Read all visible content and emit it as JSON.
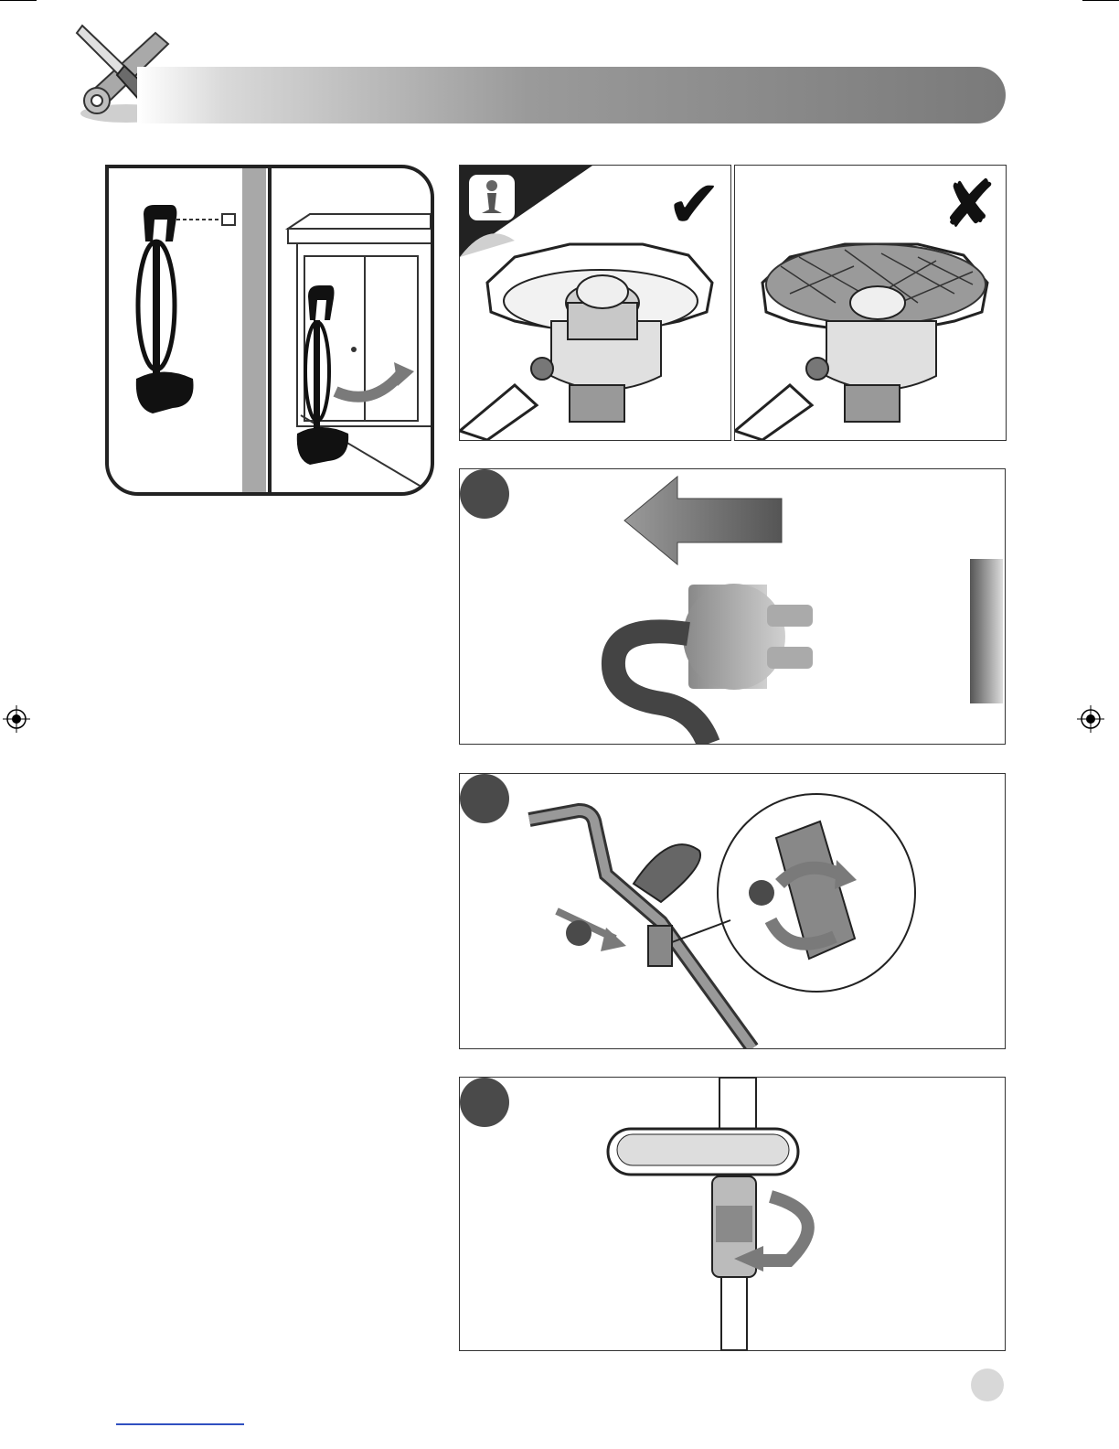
{
  "page": {
    "header_icon": "screwdriver-wrench-icon",
    "colors": {
      "badge": "#4a4a4a",
      "arrow": "#7a7a7a",
      "accent_blue": "#3050c0",
      "frame": "#333333"
    }
  },
  "storage_panel": {
    "left_scene": "wall-hook-icon",
    "right_scene": "cabinet-icon"
  },
  "spool_cover": {
    "correct_mark": "✔",
    "wrong_mark": "✘",
    "info_icon": "info-icon"
  },
  "steps": [
    {
      "id": "unplug",
      "icon": "plug-icon"
    },
    {
      "id": "rotate-handle",
      "icon": "rotate-arrow-icon"
    },
    {
      "id": "rotate-collar",
      "icon": "rotate-arrow-icon"
    }
  ]
}
